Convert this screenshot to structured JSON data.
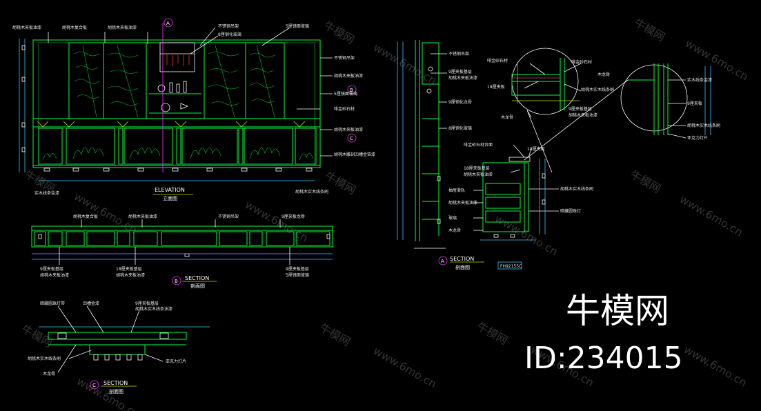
{
  "colors": {
    "background": "#000000",
    "primary_line": "#00ff3c",
    "label": "#e8e8e8",
    "marker": "#ff33ff",
    "dimension": "#35c8ff",
    "leader": "#ffffff"
  },
  "elevation": {
    "title": "ELEVATION",
    "subtitle": "立面图",
    "marker_top": "A",
    "marker_right_1": "B",
    "marker_right_2": "C",
    "labels_top": [
      "胡桃木夹板油漆",
      "胡桃木复合板",
      "胡桃木夹板油漆",
      "不锈钢吊架",
      "8厘钢化玻璃",
      "5厘镜面玻璃"
    ],
    "labels_right": [
      "不锈钢吊架",
      "胡桃木夹板油漆",
      "5厘镜面玻璃",
      "啡金砂石材",
      "胡桃木夹板油漆",
      "胡桃木雕刻凹槽金箔漆"
    ],
    "labels_bottom": [
      "实木线条金漆",
      "胡桃木实木线条刷"
    ]
  },
  "section_b": {
    "title": "SECTION",
    "subtitle": "剖面图",
    "marker": "B",
    "labels_top": [
      "胡桃木复合板",
      "胡桃木夹板油漆",
      "不锈钢吊架",
      "9厘夹板龙骨"
    ],
    "labels_bottom": [
      "9厘夹板基层",
      "胡桃木夹板油漆",
      "18厘夹板基层",
      "胡桃木夹板油漆",
      "9厘夹板基层",
      "5厘镜面玻璃"
    ]
  },
  "section_c": {
    "title": "SECTION",
    "subtitle": "剖面图",
    "marker": "C",
    "labels_top": [
      "暗藏圆珠灯带",
      "凹槽金漆",
      "9厘夹板基层",
      "胡桃木实木线条油漆"
    ],
    "labels_side": [
      "胡桃木实木线条刷",
      "木龙骨",
      "亚克力灯片"
    ]
  },
  "section_a": {
    "title": "SECTION",
    "subtitle": "剖面图",
    "marker": "A",
    "tag": "FH92155C",
    "labels_column": [
      "不锈钢吊架",
      "9厘夹板基层",
      "胡桃木夹板油漆",
      "9厘钢化龙骨",
      "8厘钢化玻璃"
    ],
    "labels_counter": [
      "啡金砂石材台面",
      "18厘夹板",
      "18厘夹板基层",
      "胡桃木夹板油漆",
      "抽屉滑轨",
      "胡桃木夹板油漆",
      "胡桃木实木线条刷",
      "暗藏圆珠灯",
      "玻璃",
      "木龙骨"
    ]
  },
  "details": {
    "labels_left": [
      "啡金砂石材",
      "18厘夹板",
      "9厘夹板基层",
      "胡桃木夹板油漆",
      "木龙骨"
    ],
    "labels_mid": [
      "啡金砂石材",
      "木龙骨",
      "胡桃木实木线条刷"
    ],
    "labels_right": [
      "实木线条金漆",
      "9厘夹板",
      "胡桃木实木线条刷",
      "亚克力灯片"
    ]
  },
  "watermarks": [
    "牛模网",
    "www.6mo.cn"
  ],
  "brand": {
    "name": "牛模网",
    "id": "ID:234015"
  }
}
